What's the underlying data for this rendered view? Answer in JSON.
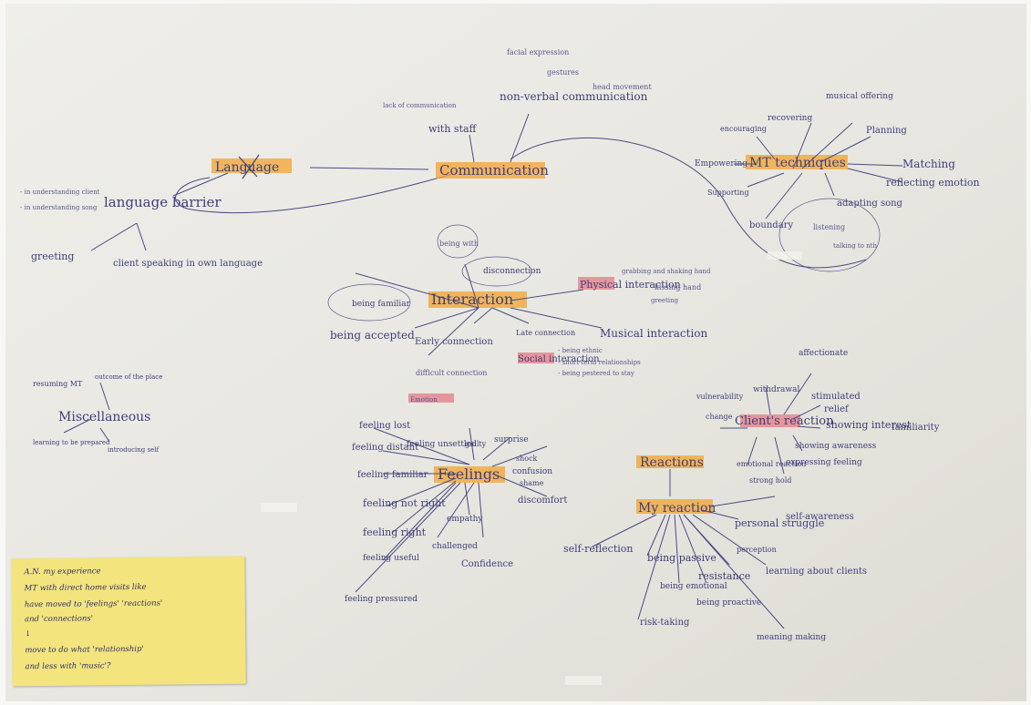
{
  "photo": {
    "subject": "hand-drawn mind map on paper",
    "colors": {
      "paper": "#e9e8e2",
      "ink": "#3e3f7a",
      "highlight_orange": "#f2a536",
      "highlight_pink": "#e47b86",
      "sticky_note": "#f3e47d"
    }
  },
  "nodes": {
    "communication": "Communication",
    "language": "Language",
    "language_barrier": "language barrier",
    "interaction": "Interaction",
    "feelings": "Feelings",
    "reactions": "Reactions",
    "my_reaction": "My reaction",
    "clients_reaction": "Client's reaction",
    "mt_techniques": "MT techniques",
    "physical_interaction": "Physical interaction",
    "musical_interaction": "Musical interaction",
    "social_interaction": "Social interaction",
    "miscellaneous": "Miscellaneous",
    "emotion": "Emotion",
    "non_verbal": "non-verbal communication",
    "with_staff": "with staff"
  },
  "labels": {
    "facial_expression": "facial expression",
    "gestures": "gestures",
    "head_movement": "head movement",
    "lack_of_communication": "lack of communication",
    "in_understanding_client": "- in understanding client",
    "in_understanding_song": "- in understanding song",
    "greeting": "greeting",
    "client_speaking": "client speaking in own language",
    "musical_offering": "musical offering",
    "planning": "Planning",
    "recovering": "recovering",
    "encouraging": "encouraging",
    "empowering": "Empowering",
    "matching": "Matching",
    "reflecting_emotion": "reflecting emotion",
    "adapting_song": "adapting song",
    "supporting": "Supporting",
    "boundary": "boundary",
    "listening": "listening",
    "talking_to_nth": "talking to nth",
    "disconnection": "disconnection",
    "being_with": "being with",
    "early_connection": "Early connection",
    "late_connection": "Late connection",
    "being_accepted": "being accepted",
    "being_familiar": "being familiar",
    "difficult_connection": "difficult connection",
    "grabbing_hand": "grabbing and shaking hand",
    "kissing_hand": "kissing hand",
    "greeting_small": "greeting",
    "being_ethnic": "- being ethnic",
    "short_term": "- short-term relationships",
    "being_pestered": "- being pestered to stay",
    "feeling_lost": "feeling lost",
    "feeling_distant": "feeling distant",
    "feeling_familiar": "feeling familiar",
    "feeling_not_right": "feeling not right",
    "feeling_right": "feeling right",
    "feeling_useful": "feeling useful",
    "feeling_unsettled": "feeling unsettled",
    "guilty": "guilty",
    "surprise": "surprise",
    "shock": "shock",
    "confusion": "confusion",
    "shame": "shame",
    "discomfort": "discomfort",
    "empathy": "empathy",
    "challenged": "challenged",
    "confidence": "Confidence",
    "feeling_pressured": "feeling pressured",
    "self_reflection": "self-reflection",
    "being_passive": "being passive",
    "being_emotional": "being emotional",
    "resistance": "resistance",
    "being_proactive": "being proactive",
    "learning_about_clients": "learning about clients",
    "risk_taking": "risk-taking",
    "meaning_making": "meaning making",
    "personal_struggle": "personal struggle",
    "self_awareness": "self-awareness",
    "perception": "perception",
    "withdrawal": "withdrawal",
    "affectionate": "affectionate",
    "stimulated": "stimulated",
    "relief": "relief",
    "showing_interest": "showing interest",
    "familiarity": "familiarity",
    "showing_awareness": "showing awareness",
    "expressing_feeling": "expressing feeling",
    "change": "change",
    "vulnerability": "vulnerability",
    "emotional_reaction": "emotional reaction",
    "strong_hold": "strong hold",
    "resuming_mt": "resuming MT",
    "learning_to_be_prepared": "learning to be prepared",
    "outcome_of_place": "outcome of the place",
    "introducing_self": "introducing self"
  },
  "sticky_note": {
    "lines": [
      "A.N.    my experience",
      "MT with direct home visits like",
      "have moved to 'feelings' 'reactions'",
      "and 'connections'",
      "                ↓",
      "move to do what 'relationship'",
      "and less with 'music'?"
    ]
  }
}
